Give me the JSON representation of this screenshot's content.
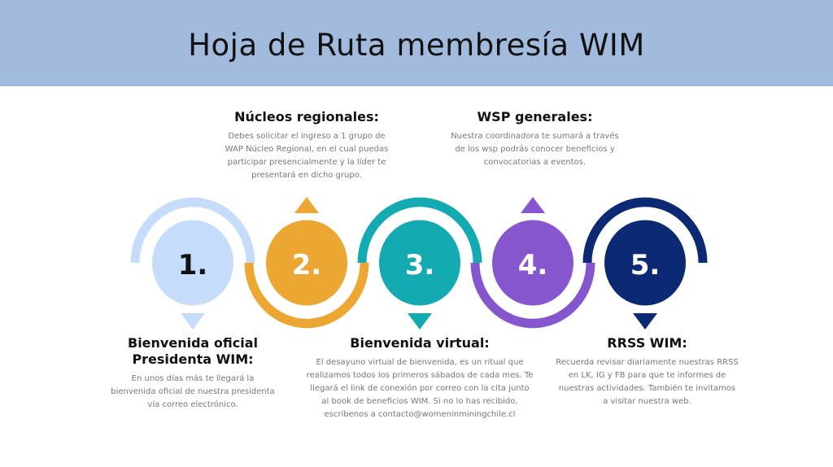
{
  "header": {
    "title": "Hoja de Ruta membresía WIM"
  },
  "colors": {
    "banner": "#a2bbdd",
    "step1": "#c5ddfa",
    "step2": "#eca733",
    "step3": "#13aab2",
    "step4": "#8656cf",
    "step5": "#0c2a73"
  },
  "steps": [
    {
      "number": "1.",
      "title": "Bienvenida oficial Presidenta WIM:",
      "text": "En unos días más te llegará la bienvenida oficial de nuestra presidenta vía correo electrónico."
    },
    {
      "number": "2.",
      "title": "Núcleos regionales:",
      "text": "Debes solicitar el ingreso a 1 grupo de WAP Núcleo Regional, en el cual puedas participar presencialmente y la líder te presentará en dicho grupo."
    },
    {
      "number": "3.",
      "title": "Bienvenida virtual:",
      "text": "El desayuno virtual de bienvenida, es un ritual que realizamos todos los primeros sábados de cada mes. Te llegará el link de conexión por correo con la cita junto al book de beneficios WIM. Si no lo has recibido, escríbenos a contacto@womeninminingchile.cl"
    },
    {
      "number": "4.",
      "title": "WSP generales:",
      "text": "Nuestra coordinadora te sumará a través de los wsp podrás conocer beneficios y convocatorias a eventos."
    },
    {
      "number": "5.",
      "title": "RRSS WIM:",
      "text": "Recuerda revisar diariamente nuestras RRSS en LK, IG y FB para que te informes de nuestras actividades. También te invitamos a visitar nuestra web."
    }
  ]
}
